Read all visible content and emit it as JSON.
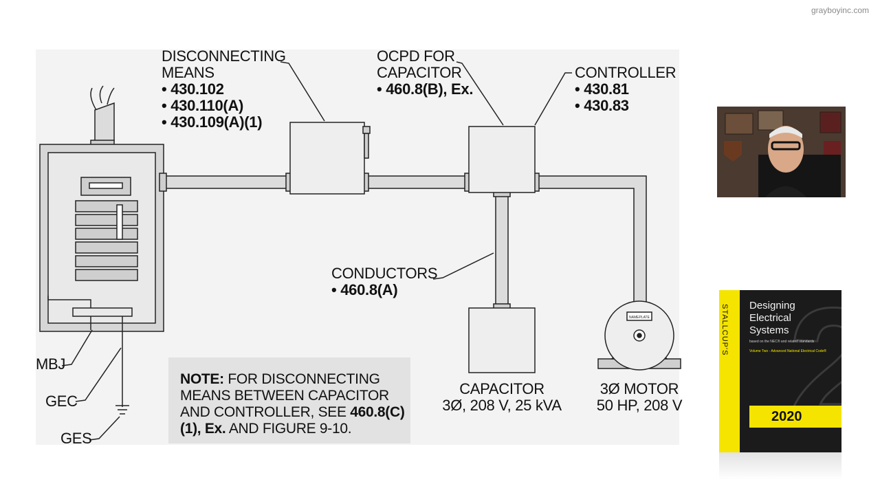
{
  "watermark": "grayboyinc.com",
  "labels": {
    "disconnect": {
      "title1": "DISCONNECTING",
      "title2": "MEANS",
      "refs": [
        "• 430.102",
        "• 430.110(A)",
        "• 430.109(A)(1)"
      ]
    },
    "ocpd": {
      "title1": "OCPD FOR",
      "title2": "CAPACITOR",
      "refs": [
        "• 460.8(B), Ex."
      ]
    },
    "controller": {
      "title": "CONTROLLER",
      "refs": [
        "• 430.81",
        "• 430.83"
      ]
    },
    "conductors": {
      "title": "CONDUCTORS",
      "refs": [
        "• 460.8(A)"
      ]
    },
    "capacitor": {
      "line1": "CAPACITOR",
      "line2": "3Ø, 208 V, 25 kVA"
    },
    "motor": {
      "line1": "3Ø MOTOR",
      "line2": "50 HP, 208 V"
    },
    "mbj": "MBJ",
    "gec": "GEC",
    "ges": "GES",
    "nameplate": "NAMEPLATE"
  },
  "note": {
    "bold1": "NOTE:",
    "text1": " FOR DISCONNECTING MEANS BETWEEN CAPACITOR AND CONTROLLER, SEE ",
    "bold2": "460.8(C)(1), Ex.",
    "text2": " AND FIGURE 9-10."
  },
  "book": {
    "spine": "STALLCUP'S",
    "title": [
      "Designing",
      "Electrical",
      "Systems"
    ],
    "subtitle": "based on the NEC® and related standards",
    "volume": "Volume Two - Advanced National Electrical Code®",
    "year": "2020"
  },
  "colors": {
    "yellow": "#f5e400",
    "panel": "#f3f3f3",
    "box": "#eeeeee"
  }
}
